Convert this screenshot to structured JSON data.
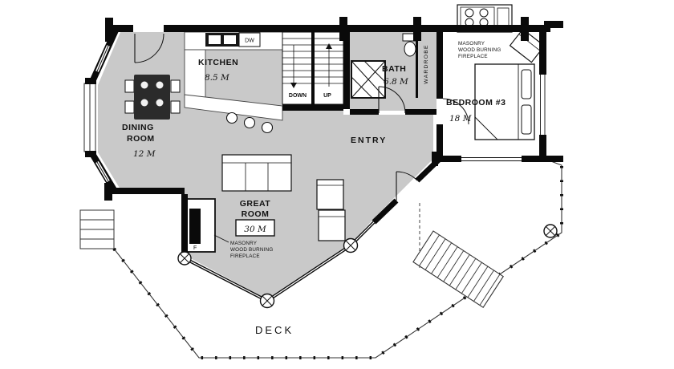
{
  "plan": {
    "rooms": {
      "kitchen": {
        "name": "KITCHEN",
        "area": "8.5 M"
      },
      "dining": {
        "name_line1": "DINING",
        "name_line2": "ROOM",
        "area": "12 M"
      },
      "great_room": {
        "name_line1": "GREAT",
        "name_line2": "ROOM",
        "area": "30 M"
      },
      "entry": {
        "name": "ENTRY"
      },
      "bath": {
        "name": "BATH",
        "area": "6.8 M"
      },
      "bedroom3": {
        "name": "BEDROOM #3",
        "area": "18 M"
      },
      "wardrobe": {
        "name": "WARDROBE"
      },
      "deck": {
        "name": "DECK"
      }
    },
    "fixtures": {
      "dishwasher": "DW",
      "stairs_down": "DOWN",
      "stairs_up": "UP",
      "fireplace_marker": "F",
      "great_room_fireplace": {
        "line1": "MASONRY",
        "line2": "WOOD BURNING",
        "line3": "FIREPLACE"
      },
      "bedroom_fireplace": {
        "line1": "MASONRY",
        "line2": "WOOD BURNING",
        "line3": "FIREPLACE"
      }
    },
    "colors": {
      "floor": "#c9c9c9",
      "walls": "#0a0a0a",
      "background": "#ffffff"
    }
  }
}
